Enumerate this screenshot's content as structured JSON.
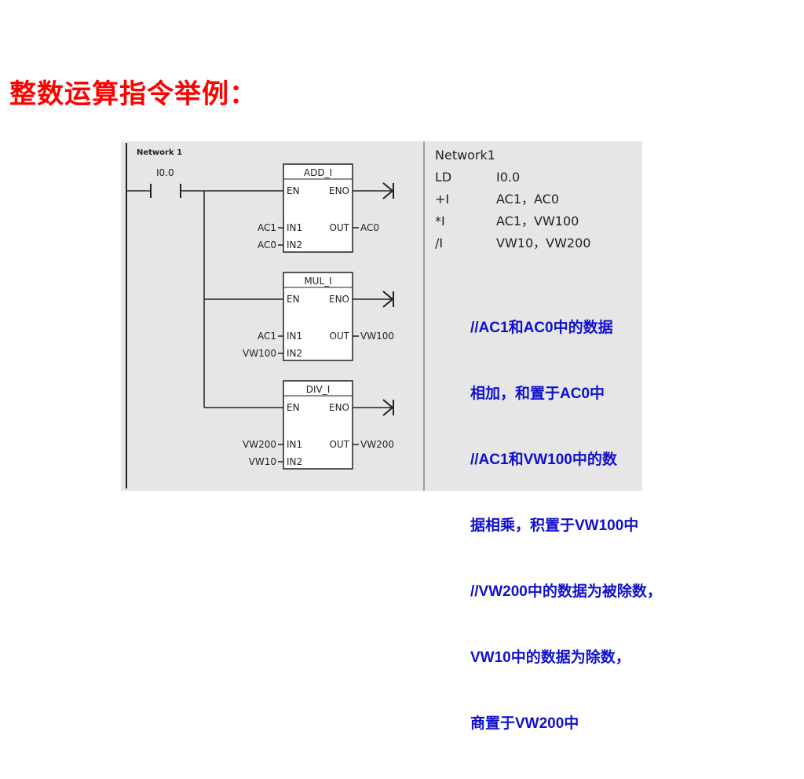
{
  "title": "整数运算指令举例：",
  "ladder": {
    "network_label": "Network 1",
    "contact_label": "I0.0",
    "blocks": [
      {
        "name": "ADD_I",
        "en": "EN",
        "eno": "ENO",
        "in1": "IN1",
        "in2": "IN2",
        "out": "OUT",
        "in1_value": "AC1",
        "in2_value": "AC0",
        "out_value": "AC0"
      },
      {
        "name": "MUL_I",
        "en": "EN",
        "eno": "ENO",
        "in1": "IN1",
        "in2": "IN2",
        "out": "OUT",
        "in1_value": "AC1",
        "in2_value": "VW100",
        "out_value": "VW100"
      },
      {
        "name": "DIV_I",
        "en": "EN",
        "eno": "ENO",
        "in1": "IN1",
        "in2": "IN2",
        "out": "OUT",
        "in1_value": "VW200",
        "in2_value": "VW10",
        "out_value": "VW200"
      }
    ]
  },
  "stl": {
    "header": "Network1",
    "rows": [
      {
        "op": "LD",
        "operand": "I0.0"
      },
      {
        "op": "+I",
        "operand": "AC1，AC0"
      },
      {
        "op": "*I",
        "operand": "AC1，VW100"
      },
      {
        "op": "/I",
        "operand": "VW10，VW200"
      }
    ]
  },
  "comments": [
    "//AC1和AC0中的数据",
    "相加，和置于AC0中",
    "//AC1和VW100中的数",
    "据相乘，积置于VW100中",
    "//VW200中的数据为被除数，",
    "VW10中的数据为除数，",
    "商置于VW200中"
  ]
}
